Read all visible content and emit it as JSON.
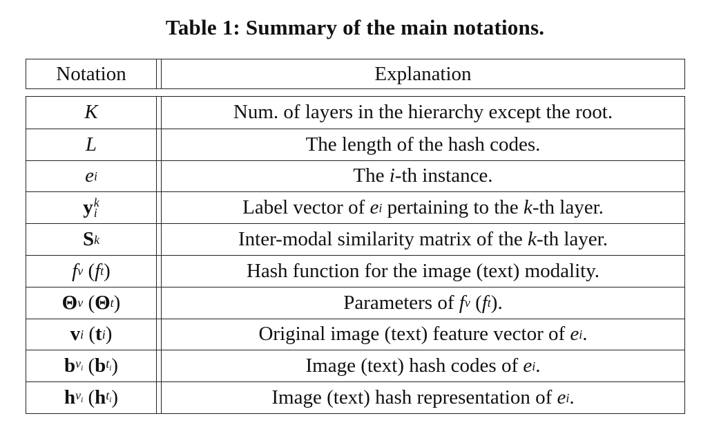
{
  "caption": "Table 1: Summary of the main notations.",
  "headers": {
    "notation": "Notation",
    "explanation": "Explanation"
  },
  "rows": [
    {
      "symbol": {
        "base": "K"
      },
      "explanation": "Num. of layers in the hierarchy except the root."
    },
    {
      "symbol": {
        "base": "L"
      },
      "explanation": "The length of the hash codes."
    },
    {
      "symbol": {
        "base": "e",
        "sub": "i"
      },
      "explanation": {
        "pre": "The ",
        "var": "i",
        "post": "-th instance."
      }
    },
    {
      "symbol": {
        "base": "y",
        "sup": "k",
        "sub": "i"
      },
      "explanation": {
        "pre": "Label vector of ",
        "var": "e",
        "var_sub": "i",
        "mid": " pertaining to the ",
        "var2": "k",
        "post": "-th layer."
      }
    },
    {
      "symbol": {
        "base": "S",
        "sup": "k"
      },
      "explanation": {
        "pre": "Inter-modal similarity matrix of the ",
        "var": "k",
        "post": "-th layer."
      }
    },
    {
      "symbol": {
        "base": "f",
        "sup": "v",
        "paren_base": "f",
        "paren_sup": "t"
      },
      "explanation": "Hash function for the image (text) modality."
    },
    {
      "symbol": {
        "base": "Θ",
        "sub": "v",
        "paren_base": "Θ",
        "paren_sub": "t"
      },
      "explanation": {
        "pre": "Parameters of ",
        "f1": "f",
        "f1_sup": "v",
        "f2": "f",
        "f2_sup": "t",
        "post": "."
      }
    },
    {
      "symbol": {
        "base": "v",
        "sub": "i",
        "paren_base": "t",
        "paren_sub": "i"
      },
      "explanation": {
        "pre": "Original image (text) feature vector of ",
        "var": "e",
        "var_sub": "i",
        "post": "."
      }
    },
    {
      "symbol": {
        "base": "b",
        "sub": "v",
        "subsub": "i",
        "paren_base": "b",
        "paren_sub": "t",
        "paren_subsub": "i"
      },
      "explanation": {
        "pre": "Image (text) hash codes of ",
        "var": "e",
        "var_sub": "i",
        "post": "."
      }
    },
    {
      "symbol": {
        "base": "h",
        "sub": "v",
        "subsub": "i",
        "paren_base": "h",
        "paren_sub": "t",
        "paren_subsub": "i"
      },
      "explanation": {
        "pre": "Image (text) hash representation of ",
        "var": "e",
        "var_sub": "i",
        "post": "."
      }
    }
  ]
}
